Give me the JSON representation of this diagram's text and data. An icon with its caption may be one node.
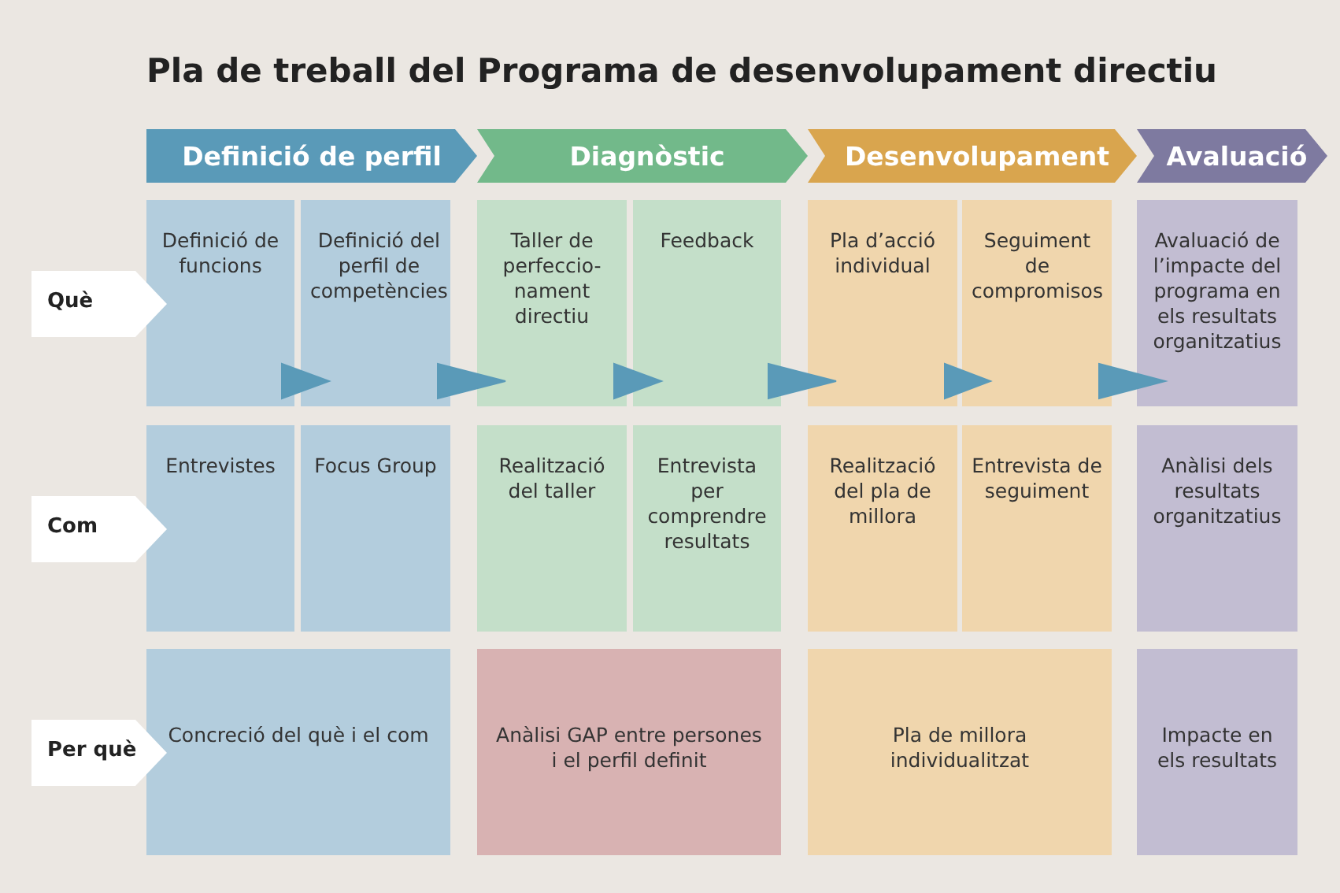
{
  "diagram": {
    "title": "Pla de treball del Programa de desenvolupament directiu",
    "nodes": [
      {
        "text": [
          "Definició de perfil"
        ]
      },
      {
        "text": [
          "Diagnòstic"
        ]
      },
      {
        "text": [
          "Desenvolupament"
        ]
      },
      {
        "text": [
          "Avaluació"
        ]
      },
      {
        "text": [
          "Què"
        ]
      },
      {
        "text": [
          "Definició de funcions"
        ]
      },
      {
        "text": [
          "Definició del perfil de competències"
        ]
      },
      {
        "text": [
          "Taller de perfeccio- nament directiu"
        ]
      },
      {
        "text": [
          "Feedback"
        ]
      },
      {
        "text": [
          "Pla d’acció individual"
        ]
      },
      {
        "text": [
          "Seguiment de compromisos"
        ]
      },
      {
        "text": [
          "Avaluació de l’impacte del programa en els resultats organitzatius"
        ]
      },
      {
        "text": [
          "Com"
        ]
      },
      {
        "text": [
          "Entrevistes"
        ]
      },
      {
        "text": [
          "Focus Group"
        ]
      },
      {
        "text": [
          "Realització del taller"
        ]
      },
      {
        "text": [
          "Entrevista per comprendre resultats"
        ]
      },
      {
        "text": [
          "Realització del pla de millora"
        ]
      },
      {
        "text": [
          "Entrevista de seguiment"
        ]
      },
      {
        "text": [
          "Anàlisi dels resultats organitzatius"
        ]
      },
      {
        "text": [
          "Per què"
        ]
      },
      {
        "text": [
          "Concreció del què i el com"
        ]
      },
      {
        "text": [
          "Anàlisi GAP entre persones i el perfil definit"
        ]
      },
      {
        "text": [
          "Pla de millora individualitzat"
        ]
      },
      {
        "text": [
          "Impacte en els resultats"
        ]
      }
    ],
    "edges": [
      {
        "from": 5,
        "to": 6,
        "arrow": "to"
      },
      {
        "from": 6,
        "to": 7,
        "arrow": "to"
      },
      {
        "from": 7,
        "to": 8,
        "arrow": "to"
      },
      {
        "from": 8,
        "to": 9,
        "arrow": "to"
      },
      {
        "from": 9,
        "to": 10,
        "arrow": "to"
      },
      {
        "from": 10,
        "to": 11,
        "arrow": "to"
      }
    ]
  }
}
